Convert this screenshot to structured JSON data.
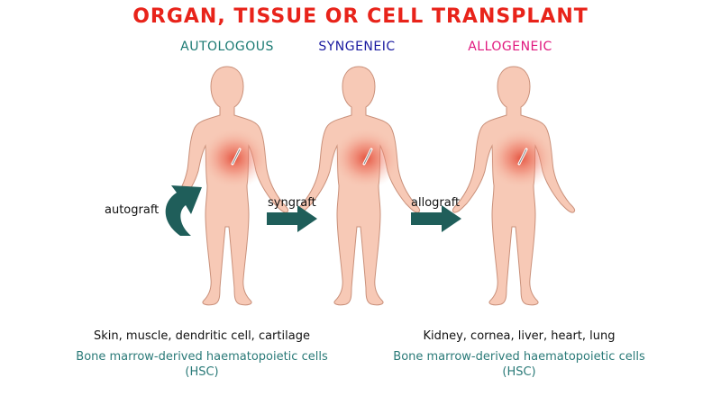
{
  "title": "ORGAN, TISSUE OR CELL TRANSPLANT",
  "colors": {
    "title": "#e8231a",
    "autologous": "#1b7a73",
    "syngeneic": "#1a1aa0",
    "allogeneic": "#e0177e",
    "skin": "#f7c9b6",
    "skin_edge": "#c9907a",
    "graft_area": "#e2402c",
    "arrow": "#1f5e5a",
    "teal_text": "#2a7a78"
  },
  "columns": [
    {
      "heading": "AUTOLOGOUS"
    },
    {
      "heading": "SYNGENEIC"
    },
    {
      "heading": "ALLOGENEIC"
    }
  ],
  "grafts": {
    "autograft": "autograft",
    "syngraft": "syngraft",
    "allograft": "allograft"
  },
  "notes": {
    "left": {
      "line1": "Skin, muscle, dendritic cell, cartilage",
      "line2": "Bone marrow-derived haematopoietic cells",
      "line3": "(HSC)"
    },
    "right": {
      "line1": "Kidney, cornea, liver, heart, lung",
      "line2": "Bone marrow-derived haematopoietic cells",
      "line3": "(HSC)"
    }
  },
  "icons": [
    "human-body-icon",
    "scalpel-icon",
    "curved-arrow-icon",
    "right-arrow-icon"
  ]
}
